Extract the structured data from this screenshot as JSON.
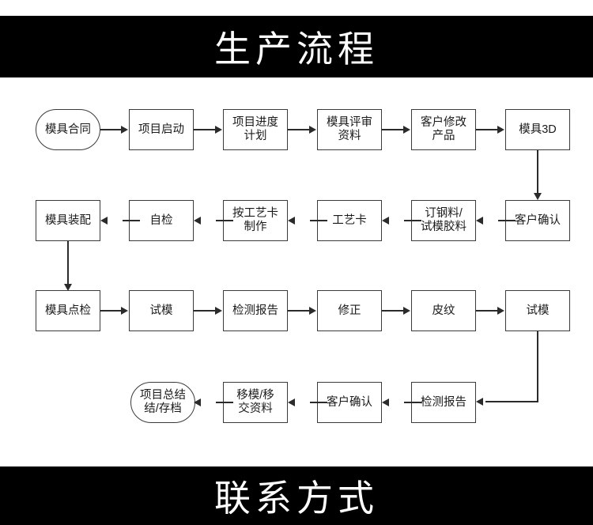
{
  "banners": {
    "top": "生产流程",
    "bottom": "联系方式"
  },
  "flowchart": {
    "type": "process-flow",
    "rows": [
      {
        "direction": "left-to-right",
        "nodes": [
          {
            "id": "r1c1",
            "label": "模具合同",
            "shape": "terminal"
          },
          {
            "id": "r1c2",
            "label": "项目启动",
            "shape": "rect"
          },
          {
            "id": "r1c3",
            "label": "项目进度\n计划",
            "shape": "rect"
          },
          {
            "id": "r1c4",
            "label": "模具评审\n资料",
            "shape": "rect"
          },
          {
            "id": "r1c5",
            "label": "客户修改\n产品",
            "shape": "rect"
          },
          {
            "id": "r1c6",
            "label": "模具3D",
            "shape": "rect"
          }
        ]
      },
      {
        "direction": "right-to-left",
        "nodes": [
          {
            "id": "r2c1",
            "label": "模具装配",
            "shape": "rect"
          },
          {
            "id": "r2c2",
            "label": "自检",
            "shape": "rect"
          },
          {
            "id": "r2c3",
            "label": "按工艺卡\n制作",
            "shape": "rect"
          },
          {
            "id": "r2c4",
            "label": "工艺卡",
            "shape": "rect"
          },
          {
            "id": "r2c5",
            "label": "订钢料/\n试模胶料",
            "shape": "rect"
          },
          {
            "id": "r2c6",
            "label": "客户确认",
            "shape": "rect"
          }
        ]
      },
      {
        "direction": "left-to-right",
        "nodes": [
          {
            "id": "r3c1",
            "label": "模具点检",
            "shape": "rect"
          },
          {
            "id": "r3c2",
            "label": "试模",
            "shape": "rect"
          },
          {
            "id": "r3c3",
            "label": "检测报告",
            "shape": "rect"
          },
          {
            "id": "r3c4",
            "label": "修正",
            "shape": "rect"
          },
          {
            "id": "r3c5",
            "label": "皮纹",
            "shape": "rect"
          },
          {
            "id": "r3c6",
            "label": "试模",
            "shape": "rect"
          }
        ]
      },
      {
        "direction": "right-to-left",
        "nodes": [
          {
            "id": "r4c2",
            "label": "项目总结\n结/存档",
            "shape": "terminal"
          },
          {
            "id": "r4c3",
            "label": "移模/移\n交资料",
            "shape": "rect"
          },
          {
            "id": "r4c4",
            "label": "客户确认",
            "shape": "rect"
          },
          {
            "id": "r4c5",
            "label": "检测报告",
            "shape": "rect"
          }
        ]
      }
    ],
    "row_links": [
      {
        "from": "r1c6",
        "to": "r2c6",
        "kind": "vertical-down"
      },
      {
        "from": "r2c1",
        "to": "r3c1",
        "kind": "vertical-down"
      },
      {
        "from": "r3c6",
        "to": "r4c5",
        "kind": "elbow-down-left"
      }
    ],
    "colors": {
      "box_border": "#3a3a3a",
      "connector": "#2b2b2b",
      "banner_bg": "#000000",
      "banner_text": "#ffffff",
      "page_bg": "#ffffff"
    }
  }
}
